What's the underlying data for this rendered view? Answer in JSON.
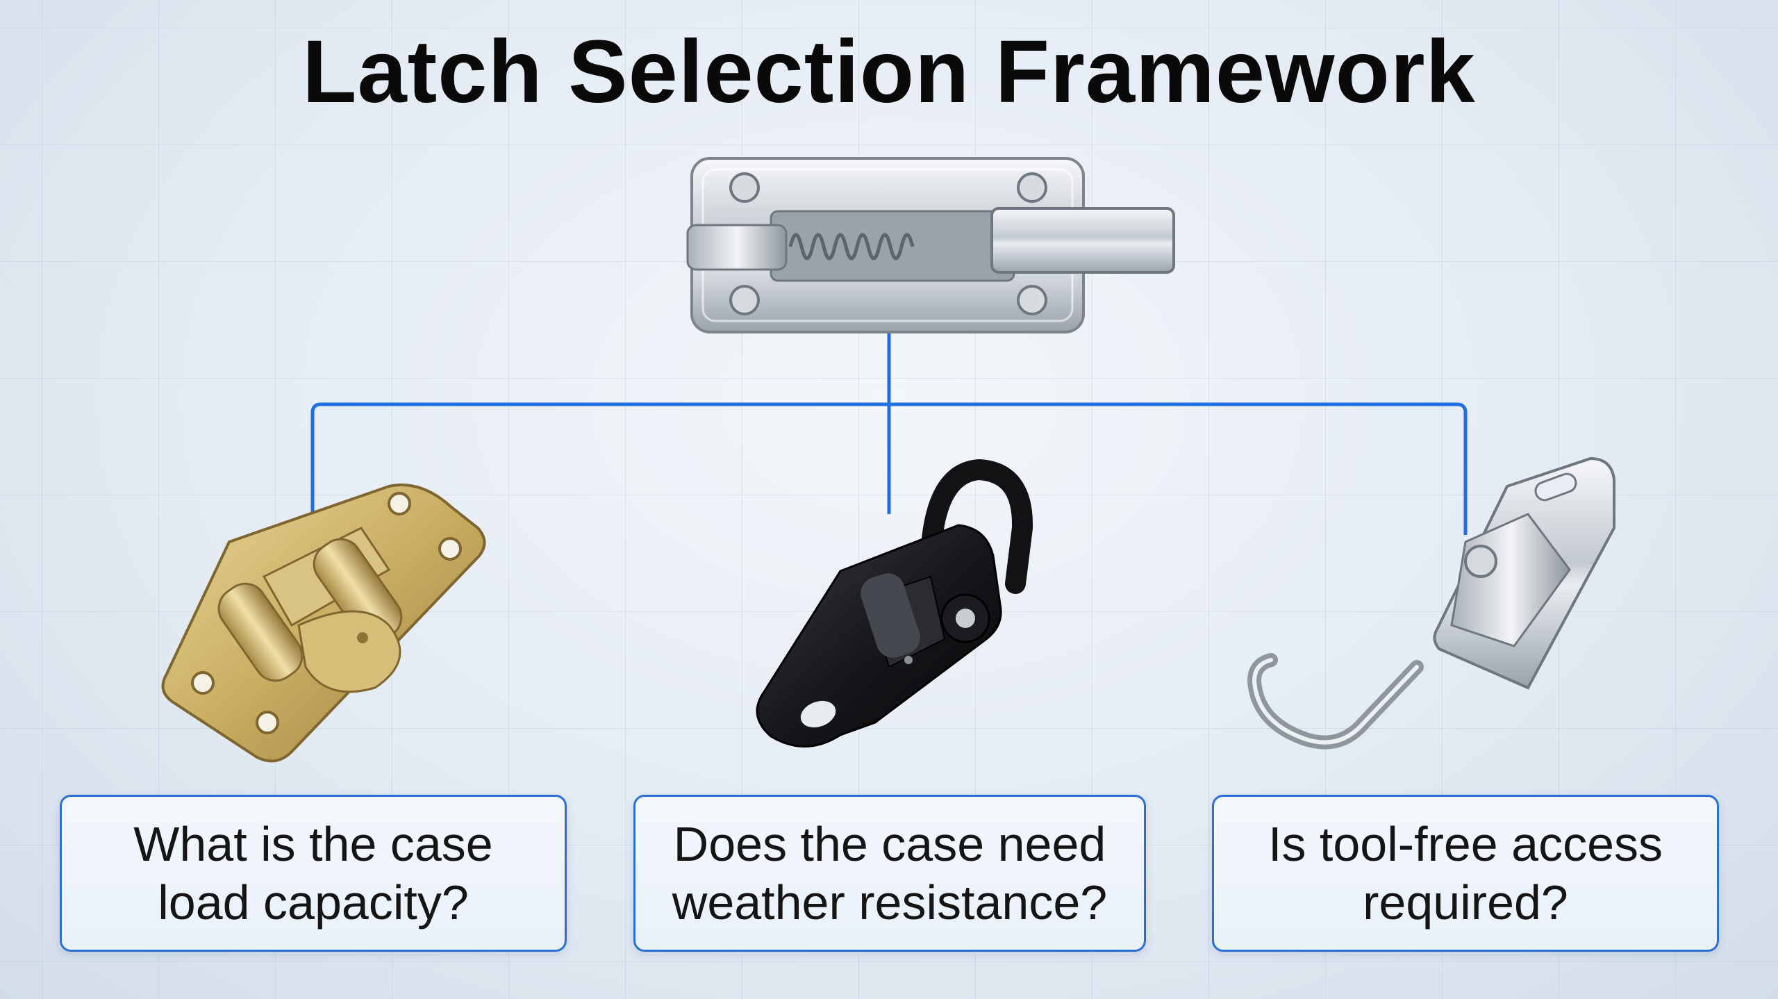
{
  "title": "Latch Selection Framework",
  "questions": [
    {
      "text": "What is the case\nload capacity?"
    },
    {
      "text": "Does the case need\nweather resistance?"
    },
    {
      "text": "Is tool-free access\nrequired?"
    }
  ],
  "icons": {
    "root": "spring-bolt-latch-icon",
    "left": "brass-barrel-latch-icon",
    "middle": "black-clamp-latch-icon",
    "right": "stainless-hook-latch-icon"
  },
  "colors": {
    "connector": "#1f6fe0",
    "box_border": "#2a6fd6"
  }
}
